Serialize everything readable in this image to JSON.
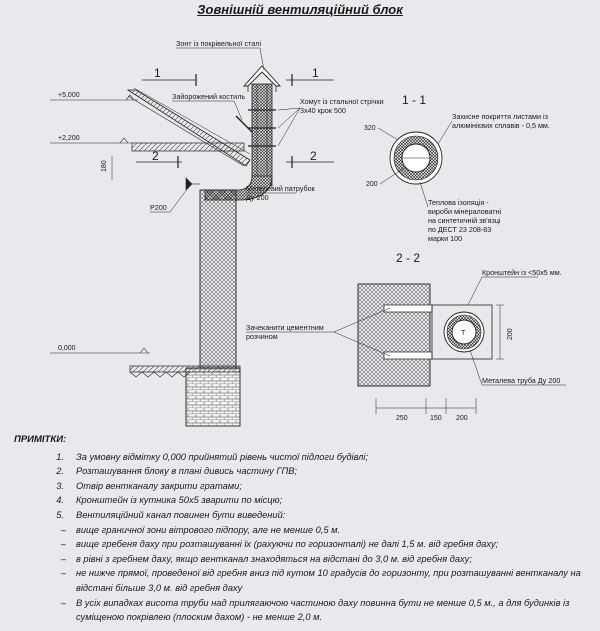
{
  "title": "Зовнішній вентиляційний блок",
  "labels": {
    "umbrella": "Зонт із покрівельної сталі",
    "strut": "Зайорожений костиль",
    "clamp_line1": "Хомут із стальної стрічки",
    "clamp_line2": "3х40 крок 500",
    "nozzle_line1": "Метелевий патрубок",
    "nozzle_line2": "Ду 200",
    "grille": "Р200",
    "cover_line1": "Захисне покриття листами із",
    "cover_line2": "алюмінієвих сплавів - 0,5 мм.",
    "insul_line1": "Теплова ізоляція -",
    "insul_line2": "вироби мінераловатні",
    "insul_line3": "на синтетичній зв'язці",
    "insul_line4": "по ДЕСТ 23 208-83",
    "insul_line5": "марки 100",
    "bracket": "Кронштейн із <50х5 мм.",
    "mortar_line1": "Зачеканити цементним",
    "mortar_line2": "розчином",
    "pipe": "Металева труба Ду 200",
    "center_mark": "T"
  },
  "sections": {
    "s1": "1",
    "s2": "2",
    "section11": "1 - 1",
    "section22": "2 - 2"
  },
  "levels": {
    "l5000": "+5,000",
    "l2200": "+2,200",
    "l0000": "0,000"
  },
  "dims": {
    "d320": "320",
    "d200": "200",
    "d180": "180",
    "d200v": "200",
    "d250": "250",
    "d150": "150",
    "d200h": "200"
  },
  "notes": {
    "heading": "ПРИМІТКИ:",
    "items": [
      {
        "num": "1.",
        "text": "За умовну відмітку 0,000 прийнятий рівень чистої підлоги будівлі;"
      },
      {
        "num": "2.",
        "text": "Розташування блоку в плані дивись частину ГПВ;"
      },
      {
        "num": "3.",
        "text": "Отвір вентканалу закрити гратами;"
      },
      {
        "num": "4.",
        "text": "Кронштейн із кутника 50х5 зварити по місцю;"
      },
      {
        "num": "5.",
        "text": "Вентиляційний канал повинен бути виведений:"
      }
    ],
    "subitems": [
      {
        "dash": "–",
        "text": "вище граничної зони вітрового підпору, але не менше 0,5 м."
      },
      {
        "dash": "–",
        "text": "вище гребеня даху при розташуванні їх (рахуючи по горизонталі) не далі 1,5 м. від гребня даху;"
      },
      {
        "dash": "–",
        "text": "в рівні з гребнем даху, якщо вентканал знаходяться на відстані до 3,0 м. від гребня даху;"
      },
      {
        "dash": "–",
        "text": "не нижче прямої, проведеної від гребня вниз під кутом 10 градусів до горизонту, при розташуванні вентканалу на відстані більше 3,0 м. від гребня даху"
      },
      {
        "dash": "–",
        "text": "В усіх випадках висота труби над прилягаючою частиною даху повинна бути не менше 0,5 м., а для будинків із суміщеною покрівлею (плоским дахом) - не менше 2,0 м."
      }
    ]
  }
}
